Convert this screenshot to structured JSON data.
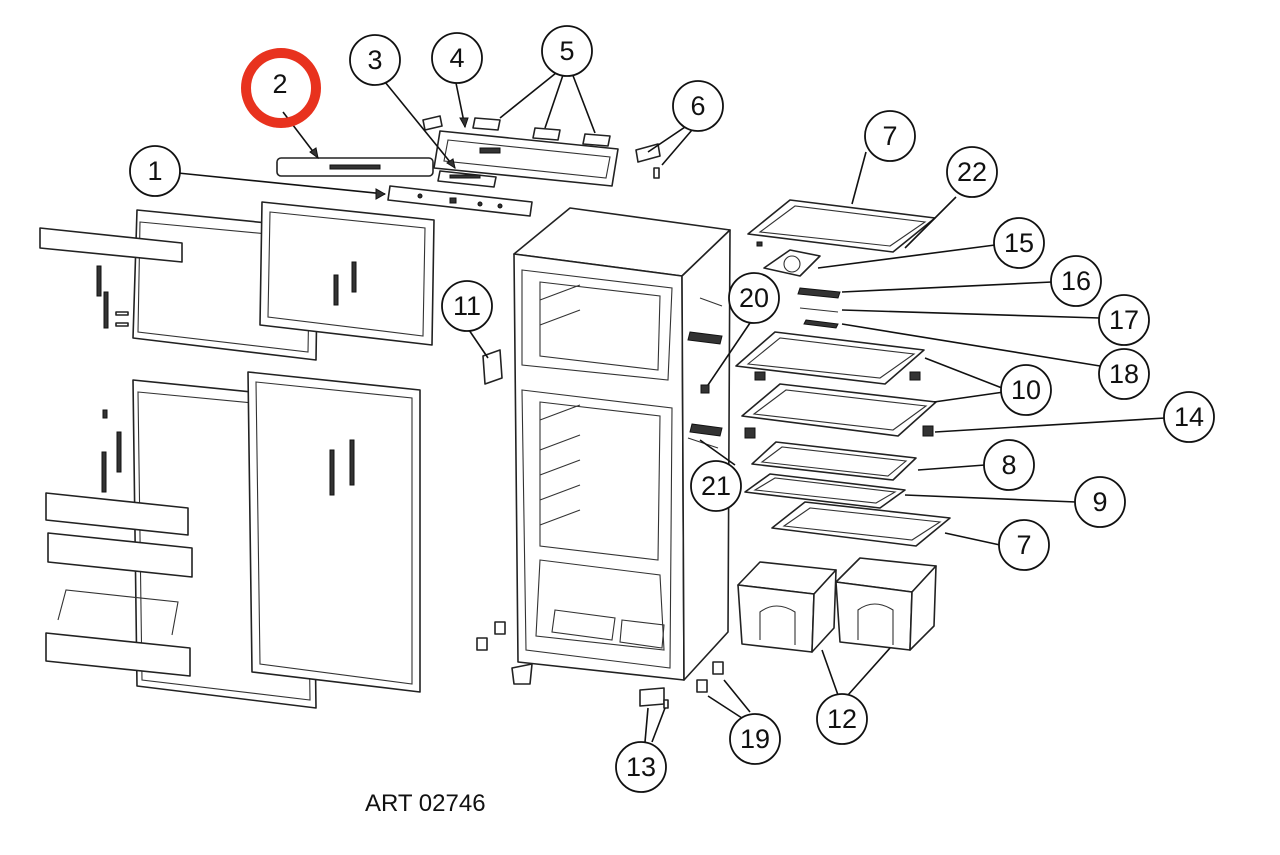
{
  "diagram": {
    "art_number": "ART 02746",
    "highlight_color": "#e8321e",
    "highlighted_callout": "2",
    "callouts": [
      {
        "label": "1"
      },
      {
        "label": "2"
      },
      {
        "label": "3"
      },
      {
        "label": "4"
      },
      {
        "label": "5"
      },
      {
        "label": "6"
      },
      {
        "label": "7"
      },
      {
        "label": "22"
      },
      {
        "label": "15"
      },
      {
        "label": "16"
      },
      {
        "label": "17"
      },
      {
        "label": "18"
      },
      {
        "label": "20"
      },
      {
        "label": "11"
      },
      {
        "label": "10"
      },
      {
        "label": "14"
      },
      {
        "label": "8"
      },
      {
        "label": "21"
      },
      {
        "label": "9"
      },
      {
        "label": "7"
      },
      {
        "label": "12"
      },
      {
        "label": "19"
      },
      {
        "label": "13"
      }
    ]
  }
}
